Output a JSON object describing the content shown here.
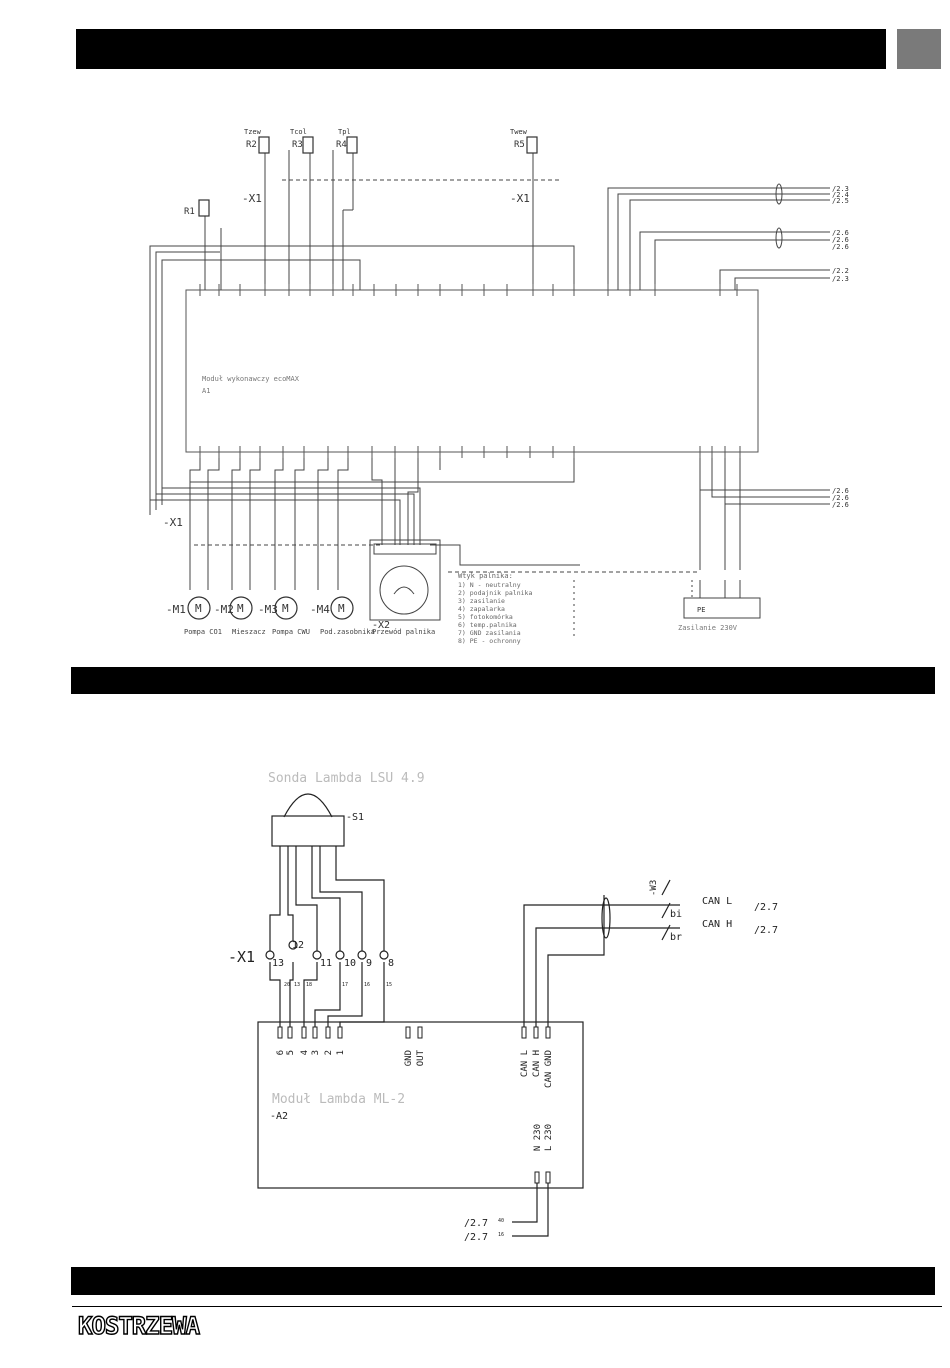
{
  "header": {
    "title": "",
    "section_tab": ""
  },
  "middle_bar": {
    "title": ""
  },
  "bottom_bar": {
    "title": ""
  },
  "brand": {
    "logo_text": "KOSTRZEWA"
  },
  "diagram1": {
    "sensors": [
      "R2",
      "R3",
      "R4",
      "R5",
      "R1"
    ],
    "sensor_names": [
      "Tzew",
      "Tcol",
      "Tpl",
      "Twew"
    ],
    "connector_x1": "-X1",
    "connector_x2": "-X2",
    "module_ref": "A1",
    "module_desc": "Moduł wykonawczy ecoMAX",
    "motors": [
      "-M1",
      "-M2",
      "-M3",
      "-M4"
    ],
    "motor_labels": [
      "Pompa CO1",
      "Mieszacz",
      "Pompa CWU",
      "Pod.zasobnika",
      "Przewód palnika"
    ],
    "legend_title": "Wtyk palnika:",
    "legend_items": [
      "1) N - neutralny",
      "2) podajnik palnika",
      "3) zasilanie",
      "4) zapalarka",
      "5) fotokomórka",
      "6) temp.palnika",
      "7) GND zasilania",
      "8) PE - ochronny"
    ],
    "right_refs": [
      "/2.3",
      "/2.4",
      "/2.5",
      "/2.6",
      "/2.6",
      "/2.6",
      "/2.2",
      "/2.3",
      "/2.6",
      "/2.6",
      "/2.6"
    ],
    "supply_label": "Zasilanie 230V",
    "pe_label": "PE"
  },
  "diagram2": {
    "sensor_title": "Sonda Lambda LSU 4.9",
    "sensor_ref": "-S1",
    "terminal_ref": "-X1",
    "terminal_numbers": [
      "13",
      "12",
      "11",
      "10",
      "9",
      "8"
    ],
    "wire_numbers": [
      "20",
      "13",
      "18",
      "17",
      "16",
      "15"
    ],
    "module_pins": [
      "6",
      "5",
      "4",
      "3",
      "2",
      "1"
    ],
    "module_mid_pins": [
      "GND",
      "OUT"
    ],
    "module_can_pins": [
      "CAN L",
      "CAN H",
      "CAN GND"
    ],
    "module_supply_pins": [
      "N 230",
      "L 230"
    ],
    "module_title": "Moduł Lambda ML-2",
    "module_ref": "-A2",
    "cable_ref": "-W3",
    "cable_labels": [
      "CAN L",
      "CAN H"
    ],
    "cable_colors": [
      "bi",
      "br"
    ],
    "cable_refs": [
      "/2.7",
      "/2.7"
    ],
    "supply_refs": [
      "/2.7",
      "/2.7"
    ],
    "supply_wires": [
      "40",
      "16"
    ]
  }
}
